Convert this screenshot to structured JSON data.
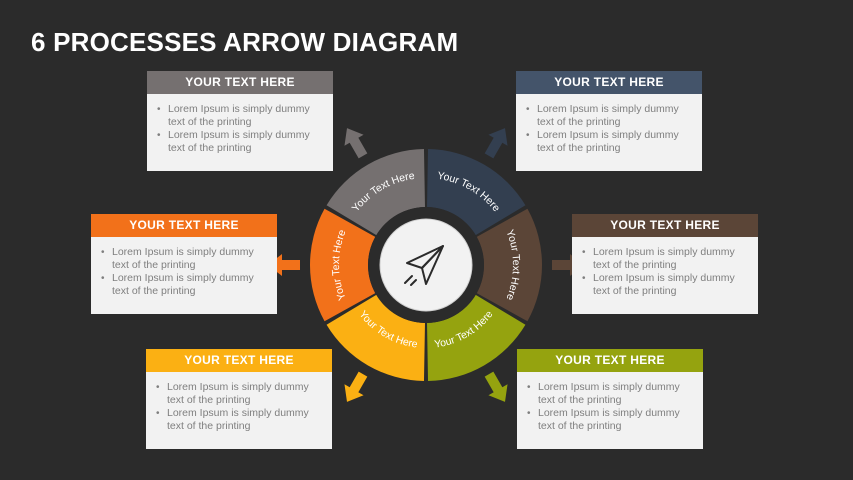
{
  "title": "6 PROCESSES ARROW DIAGRAM",
  "colors": {
    "background": "#2b2b2b",
    "gray": "#757070",
    "navy": "#333f50",
    "brown": "#5b4537",
    "green": "#95a30f",
    "yellow": "#fbb013",
    "orange": "#f2711a"
  },
  "segments": [
    {
      "label": "Your Text Here",
      "color": "#757070"
    },
    {
      "label": "Your Text Here",
      "color": "#333f50"
    },
    {
      "label": "Your Text Here",
      "color": "#5b4537"
    },
    {
      "label": "Your Text Here",
      "color": "#95a30f"
    },
    {
      "label": "Your Text Here",
      "color": "#fbb013"
    },
    {
      "label": "Your Text Here",
      "color": "#f2711a"
    }
  ],
  "center_icon": "paper-plane-icon",
  "cards": [
    {
      "id": "top-left",
      "header": "YOUR  TEXT  HERE",
      "color": "#757070",
      "bullets": [
        "Lorem Ipsum is simply dummy text of the printing",
        "Lorem Ipsum is simply dummy text of the printing"
      ]
    },
    {
      "id": "top-right",
      "header": "YOUR  TEXT  HERE",
      "color": "#44546a",
      "bullets": [
        "Lorem Ipsum is simply dummy text of the printing",
        "Lorem Ipsum is simply dummy text of the printing"
      ]
    },
    {
      "id": "mid-left",
      "header": "YOUR  TEXT  HERE",
      "color": "#f2711a",
      "bullets": [
        "Lorem Ipsum is simply dummy text of the printing",
        "Lorem Ipsum is simply dummy text of the printing"
      ]
    },
    {
      "id": "mid-right",
      "header": "YOUR  TEXT  HERE",
      "color": "#5b4537",
      "bullets": [
        "Lorem Ipsum is simply dummy text of the printing",
        "Lorem Ipsum is simply dummy text of the printing"
      ]
    },
    {
      "id": "bottom-left",
      "header": "YOUR  TEXT  HERE",
      "color": "#fbb013",
      "bullets": [
        "Lorem Ipsum is simply dummy text of the printing",
        "Lorem Ipsum is simply dummy text of the printing"
      ]
    },
    {
      "id": "bottom-right",
      "header": "YOUR  TEXT  HERE",
      "color": "#95a30f",
      "bullets": [
        "Lorem Ipsum is simply dummy text of the printing",
        "Lorem Ipsum is simply dummy text of the printing"
      ]
    }
  ]
}
